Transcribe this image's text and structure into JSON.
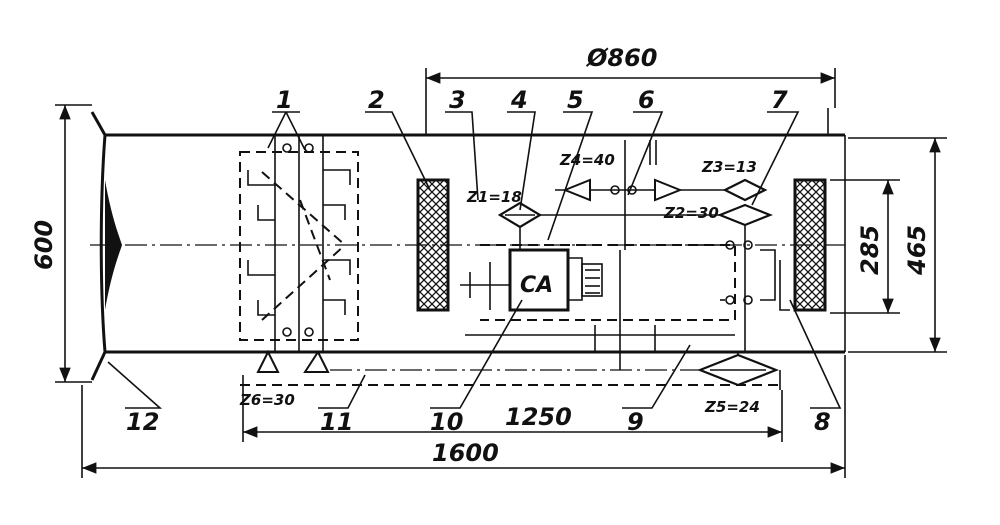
{
  "dimensions": {
    "d860": "Ø860",
    "d600": "600",
    "d285": "285",
    "d465": "465",
    "d1250": "1250",
    "d1600": "1600"
  },
  "gears": {
    "z1": "Z1=18",
    "z2": "Z2=30",
    "z3": "Z3=13",
    "z4": "Z4=40",
    "z5": "Z5=24",
    "z6": "Z6=30"
  },
  "unit_label": "CA",
  "callouts": [
    "1",
    "2",
    "3",
    "4",
    "5",
    "6",
    "7",
    "8",
    "9",
    "10",
    "11",
    "12"
  ]
}
